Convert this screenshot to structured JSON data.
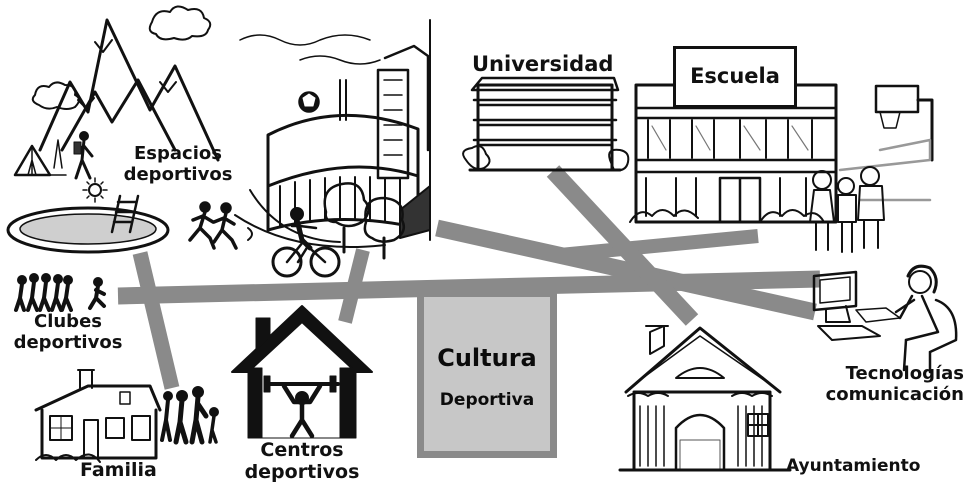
{
  "center": {
    "title": "Cultura",
    "subtitle": "Deportiva"
  },
  "nodes": {
    "espacios": {
      "line1": "Espacios",
      "line2": "deportivos"
    },
    "universidad": {
      "label": "Universidad"
    },
    "escuela": {
      "label": "Escuela"
    },
    "clubes": {
      "line1": "Clubes",
      "line2": "deportivos"
    },
    "tecnologias": {
      "line1": "Tecnologías",
      "line2": "comunicación"
    },
    "familia": {
      "label": "Familia"
    },
    "centros": {
      "line1": "Centros",
      "line2": "deportivos"
    },
    "ayuntamiento": {
      "label": "Ayuntamiento"
    }
  },
  "icons": [
    "mountain-icon",
    "cloud-icon",
    "tent-icon",
    "hiker-icon",
    "sun-icon",
    "pool-icon",
    "runners-icon",
    "stadium-icon",
    "ball-icon",
    "cyclist-icon",
    "tree-icon",
    "university-building-icon",
    "school-building-icon",
    "basketball-hoop-icon",
    "children-icon",
    "computer-user-icon",
    "town-hall-icon",
    "gym-house-icon",
    "weightlifter-icon",
    "house-icon",
    "family-icon",
    "running-group-icon"
  ],
  "colors": {
    "road": "#8a8a8a",
    "center_fill": "#c7c7c7",
    "ink": "#111111"
  }
}
